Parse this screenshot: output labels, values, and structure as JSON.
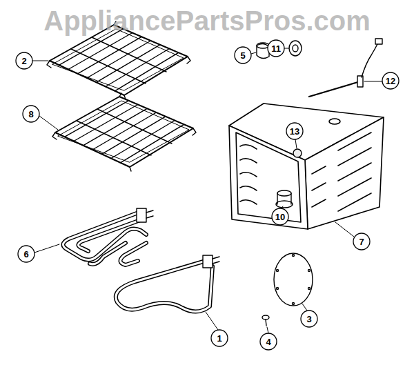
{
  "diagram": {
    "labels": [
      "AppliancePartsPros.com",
      "2",
      "8",
      "6",
      "1",
      "5",
      "11",
      "12",
      "13",
      "10",
      "7",
      "3",
      "4"
    ]
  }
}
